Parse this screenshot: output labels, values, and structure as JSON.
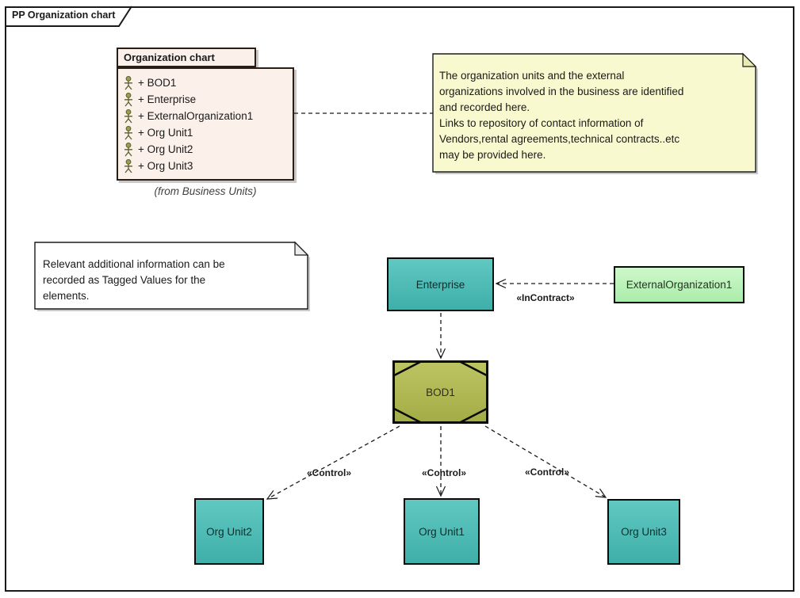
{
  "frame": {
    "title": "PP Organization chart"
  },
  "package": {
    "title": "Organization chart",
    "from_label": "(from Business Units)",
    "items": [
      {
        "icon": "actor-icon",
        "label": "+ BOD1"
      },
      {
        "icon": "actor-icon",
        "label": "+ Enterprise"
      },
      {
        "icon": "actor-icon",
        "label": "+ ExternalOrganization1"
      },
      {
        "icon": "actor-icon",
        "label": "+ Org Unit1"
      },
      {
        "icon": "actor-icon",
        "label": "+ Org Unit2"
      },
      {
        "icon": "actor-icon",
        "label": "+ Org Unit3"
      }
    ]
  },
  "notes": {
    "identification_note": {
      "text": "The organization units and the external\norganizations involved in the business are identified\nand recorded here.\nLinks to repository of contact information of\nVendors,rental agreements,technical contracts..etc\nmay be provided here."
    },
    "tagged_values_note": {
      "text": "Relevant additional information can be\nrecorded as Tagged Values for the\nelements."
    }
  },
  "nodes": {
    "enterprise": {
      "label": "Enterprise"
    },
    "external_organization": {
      "label": "ExternalOrganization1"
    },
    "bod": {
      "label": "BOD1"
    },
    "org_unit1": {
      "label": "Org Unit1"
    },
    "org_unit2": {
      "label": "Org Unit2"
    },
    "org_unit3": {
      "label": "Org Unit3"
    }
  },
  "connectors": {
    "in_contract": {
      "label": "«InContract»"
    },
    "control_org_unit2": {
      "label": "«Control»"
    },
    "control_org_unit1": {
      "label": "«Control»"
    },
    "control_org_unit3": {
      "label": "«Control»"
    }
  },
  "colors": {
    "teal_node": "#4fbeb8",
    "green_node": "#c1f2bc",
    "olive_node": "#b2bb55",
    "package_fill": "#fbf0ea",
    "yellow_note_fill": "#f8f9cf",
    "white_note_fill": "#ffffff",
    "shadow": "#c9c9c9",
    "line": "#1a1a1a"
  }
}
